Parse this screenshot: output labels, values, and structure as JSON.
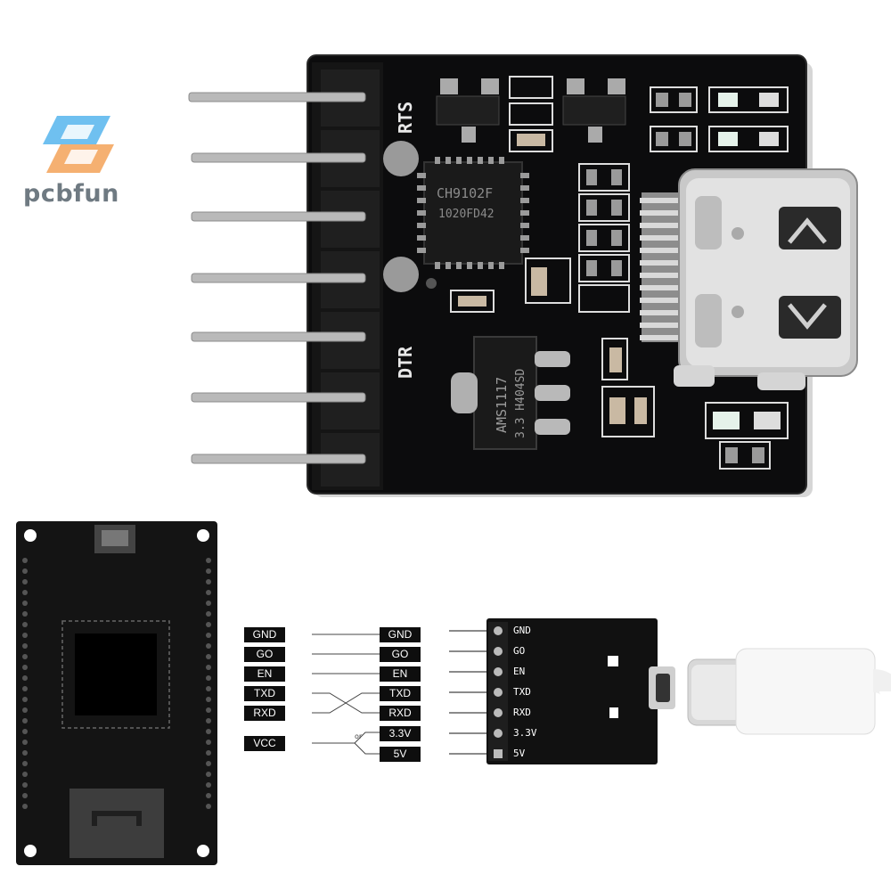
{
  "brand": {
    "name": "pcbfun"
  },
  "top_board": {
    "silkscreen": {
      "rts": "RTS",
      "dtr": "DTR"
    },
    "chip_main": {
      "line1": "CH9102F",
      "line2": "1020FD42"
    },
    "regulator": {
      "line1": "AMS1117",
      "line2": "3.3 H404SD"
    }
  },
  "wiring": {
    "left_labels": [
      "GND",
      "GO",
      "EN",
      "TXD",
      "RXD",
      "VCC"
    ],
    "right_labels": [
      "GND",
      "GO",
      "EN",
      "TXD",
      "RXD",
      "3.3V",
      "5V"
    ],
    "or_text": "or"
  },
  "module_pins": [
    "GND",
    "GO",
    "EN",
    "TXD",
    "RXD",
    "3.3V",
    "5V"
  ]
}
